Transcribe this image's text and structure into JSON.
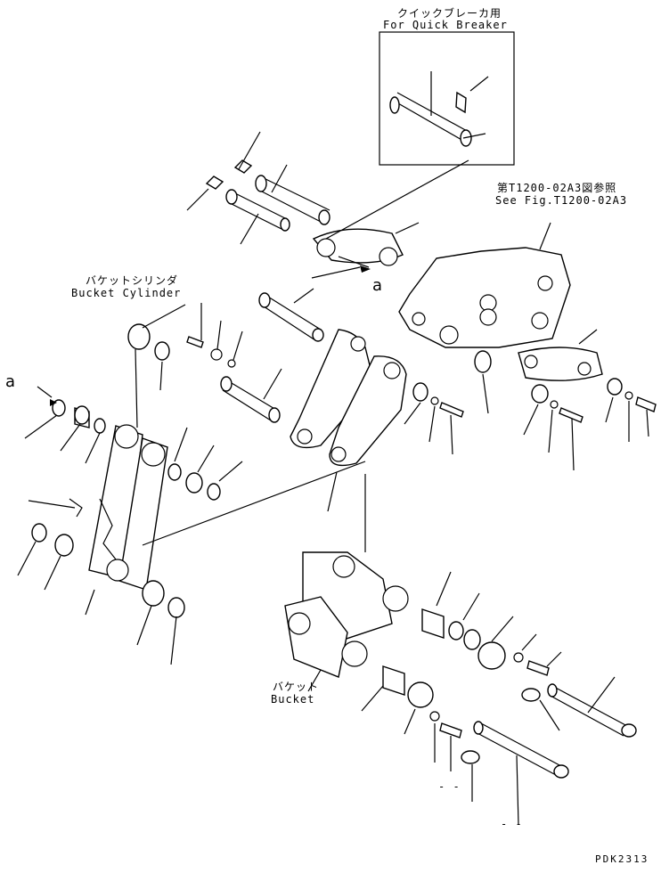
{
  "labels": {
    "quick_breaker_jp": "クイックブレーカ用",
    "quick_breaker_en": "For Quick Breaker",
    "see_fig_jp": "第T1200-02A3図参照",
    "see_fig_en": "See Fig.T1200-02A3",
    "bucket_cylinder_jp": "バケットシリンダ",
    "bucket_cylinder_en": "Bucket Cylinder",
    "bucket_jp": "バケット",
    "bucket_en": "Bucket",
    "view_a_left": "a",
    "view_a_right": "a",
    "dash_1": "- -",
    "dash_2": "- -",
    "drawing_no": "PDK2313"
  }
}
